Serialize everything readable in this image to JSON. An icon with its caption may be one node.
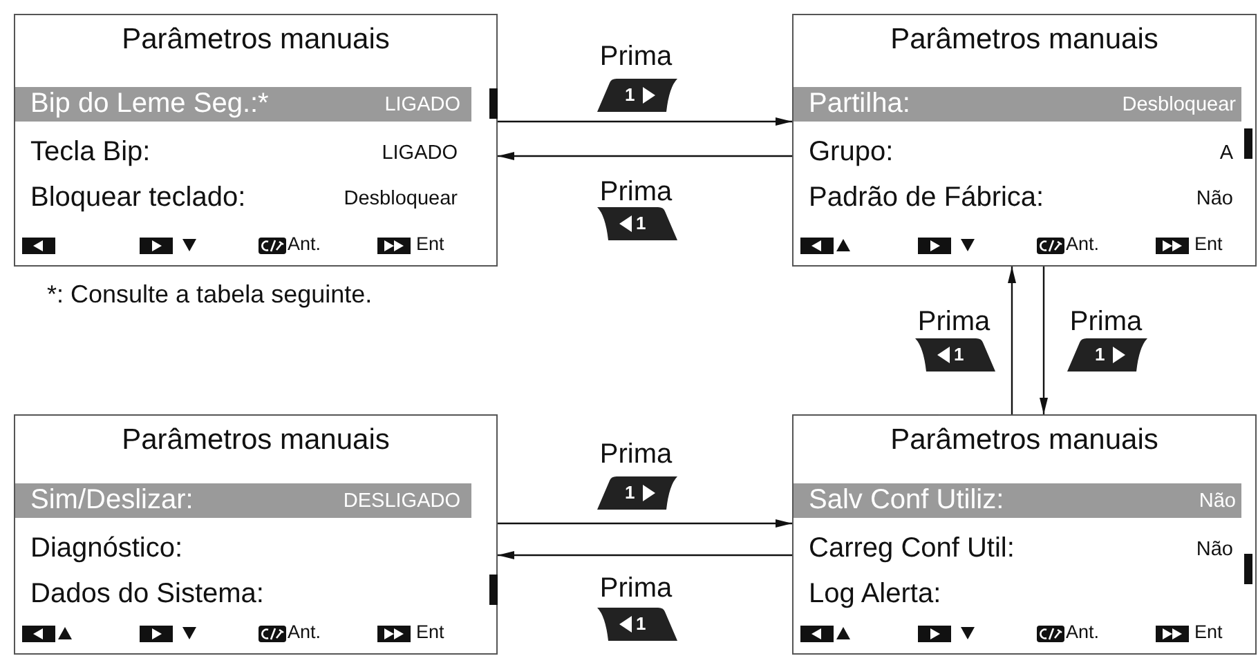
{
  "diagram": {
    "nodes": [
      {
        "text": [
          "Parâmetros manuais",
          "Bip do Leme Seg.:*",
          "LIGADO",
          "Tecla Bip:",
          "LIGADO",
          "Bloquear teclado:",
          "Desbloquear",
          "Ant.",
          "Ent"
        ]
      },
      {
        "text": [
          "Parâmetros manuais",
          "Partilha:",
          "Desbloquear",
          "Grupo:",
          "A",
          "Padrão de Fábrica:",
          "Não",
          "Ant.",
          "Ent"
        ]
      },
      {
        "text": [
          "Parâmetros manuais",
          "Sim/Deslizar:",
          "DESLIGADO",
          "Diagnóstico:",
          "Dados do Sistema:",
          "Ant.",
          "Ent"
        ]
      },
      {
        "text": [
          "Parâmetros manuais",
          "Salv Conf Utiliz:",
          "Não",
          "Carreg Conf Util:",
          "Não",
          "Log Alerta:",
          "Ant.",
          "Ent"
        ]
      }
    ],
    "edges": [
      {
        "from": 0,
        "to": 1,
        "arrow": "to",
        "label": "Prima"
      },
      {
        "from": 1,
        "to": 0,
        "arrow": "to",
        "label": "Prima"
      },
      {
        "from": 3,
        "to": 1,
        "arrow": "to",
        "label": "Prima"
      },
      {
        "from": 1,
        "to": 3,
        "arrow": "to",
        "label": "Prima"
      },
      {
        "from": 2,
        "to": 3,
        "arrow": "to",
        "label": "Prima"
      },
      {
        "from": 3,
        "to": 2,
        "arrow": "to",
        "label": "Prima"
      }
    ],
    "labels": [
      "1",
      "1",
      "*: Consulte a tabela seguinte.",
      "1",
      "1",
      "1",
      "1"
    ]
  }
}
